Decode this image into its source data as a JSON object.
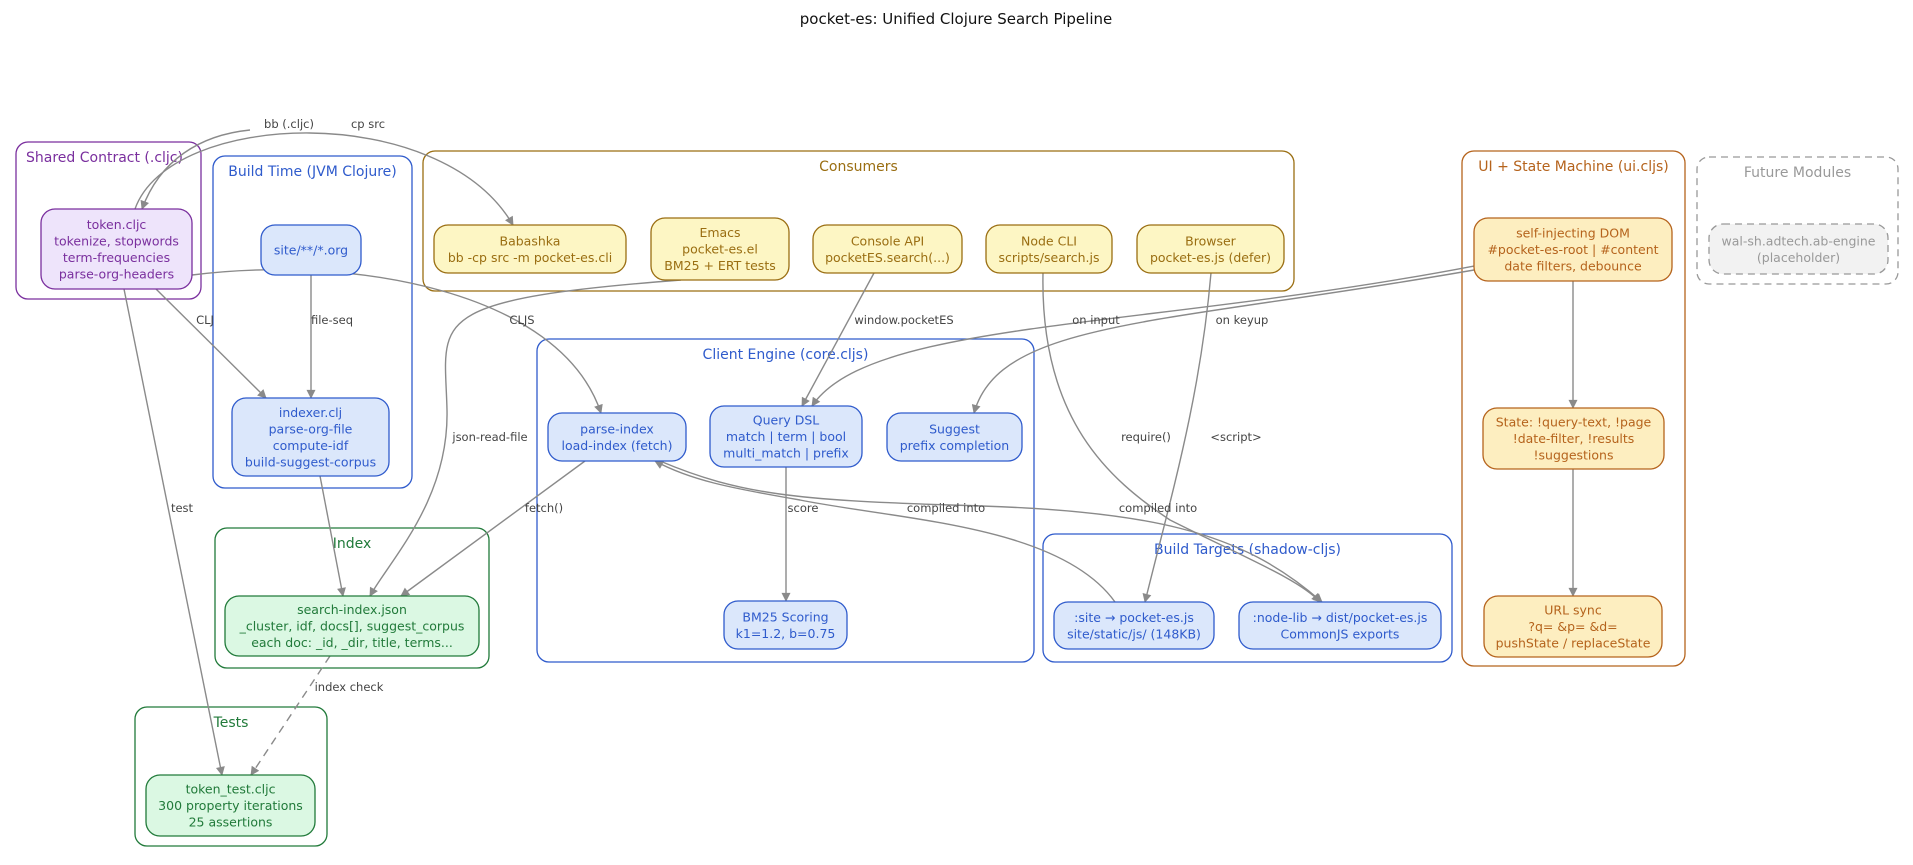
{
  "title": "pocket-es: Unified Clojure Search Pipeline",
  "colors": {
    "purple": "#7a2f9e",
    "purple_fill": "#eee4fb",
    "blue": "#2f5bcc",
    "blue_fill": "#dbe7fb",
    "green": "#217a3a",
    "green_fill": "#dbf8e3",
    "orange": "#b5631c",
    "orange_fill": "#fdeec0",
    "yellow": "#9a6e12",
    "yellow_fill": "#fdf6c4",
    "grey": "#999999",
    "grey_fill": "#f2f2f2"
  },
  "clusters": {
    "shared": "Shared Contract (.cljc)",
    "build": "Build Time (JVM Clojure)",
    "consumers": "Consumers",
    "ui": "UI + State Machine (ui.cljs)",
    "future": "Future Modules",
    "client": "Client Engine (core.cljs)",
    "index": "Index",
    "targets": "Build Targets (shadow-cljs)",
    "tests": "Tests"
  },
  "nodes": {
    "token": [
      "token.cljc",
      "tokenize, stopwords",
      "term-frequencies",
      "parse-org-headers"
    ],
    "site": [
      "site/**/*.org"
    ],
    "indexer": [
      "indexer.clj",
      "parse-org-file",
      "compute-idf",
      "build-suggest-corpus"
    ],
    "babashka": [
      "Babashka",
      "bb -cp src -m pocket-es.cli"
    ],
    "emacs": [
      "Emacs",
      "pocket-es.el",
      "BM25 + ERT tests"
    ],
    "console": [
      "Console API",
      "pocketES.search(...)"
    ],
    "nodecli": [
      "Node CLI",
      "scripts/search.js"
    ],
    "browser": [
      "Browser",
      "pocket-es.js (defer)"
    ],
    "dom": [
      "self-injecting DOM",
      "#pocket-es-root | #content",
      "date filters, debounce"
    ],
    "state": [
      "State: !query-text, !page",
      "!date-filter, !results",
      "!suggestions"
    ],
    "url": [
      "URL sync",
      "?q= &p= &d=",
      "pushState / replaceState"
    ],
    "future": [
      "wal-sh.adtech.ab-engine",
      "(placeholder)"
    ],
    "parse": [
      "parse-index",
      "load-index (fetch)"
    ],
    "dsl": [
      "Query DSL",
      "match | term | bool",
      "multi_match | prefix"
    ],
    "suggest": [
      "Suggest",
      "prefix completion"
    ],
    "bm25": [
      "BM25 Scoring",
      "k1=1.2, b=0.75"
    ],
    "sindex": [
      "search-index.json",
      "_cluster, idf, docs[], suggest_corpus",
      "each doc: _id, _dir, title, terms..."
    ],
    "siteTarget": [
      ":site → pocket-es.js",
      "site/static/js/ (148KB)"
    ],
    "nodelib": [
      ":node-lib → dist/pocket-es.js",
      "CommonJS exports"
    ],
    "tokentest": [
      "token_test.cljc",
      "300 property iterations",
      "25 assertions"
    ]
  },
  "edge_labels": {
    "bb": "bb (.cljc)",
    "cp": "cp src",
    "clj": "CLJ",
    "cljs": "CLJS",
    "fileseq": "file-seq",
    "test": "test",
    "jsonread": "json-read-file",
    "window": "window.pocketES",
    "oninput": "on input",
    "onkeyup": "on keyup",
    "require": "require()",
    "script": "<script>",
    "fetch": "fetch()",
    "score": "score",
    "compiled1": "compiled into",
    "compiled2": "compiled into",
    "indexcheck": "index check"
  }
}
